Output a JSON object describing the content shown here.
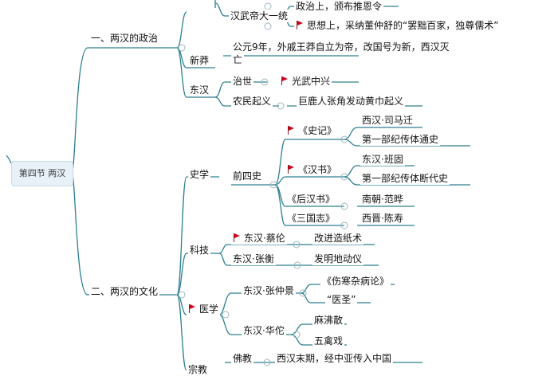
{
  "root": "第四节 两汉",
  "section1": {
    "title": "一、两汉的政治",
    "wudi": {
      "label": "汉武帝大一统",
      "politics": "政治上，颁布推恩令",
      "thought": "思想上，采纳董仲舒的“罢黜百家，独尊儒术”"
    },
    "wangmang": {
      "label": "新莽",
      "desc_line1": "公元9年，外戚王莽自立为帝，改国号为新，西汉灭",
      "desc_line2": "亡"
    },
    "donghan": {
      "label": "东汉",
      "zhishi": "治世",
      "zhishi_value": "光武中兴",
      "uprising": "农民起义",
      "uprising_value": "巨鹿人张角发动黄巾起义"
    }
  },
  "section2": {
    "title": "二、两汉的文化",
    "history": {
      "label": "史学",
      "group": "前四史",
      "books": [
        {
          "name": "《史记》",
          "details": [
            "西汉·司马迁",
            "第一部纪传体通史"
          ]
        },
        {
          "name": "《汉书》",
          "details": [
            "东汉·班固",
            "第一部纪传体断代史"
          ]
        },
        {
          "name": "《后汉书》",
          "details": [
            "南朝·范晔"
          ]
        },
        {
          "name": "《三国志》",
          "details": [
            "西晋·陈寿"
          ]
        }
      ]
    },
    "tech": {
      "label": "科技",
      "items": [
        {
          "person": "东汉·蔡伦",
          "achievement": "改进造纸术"
        },
        {
          "person": "东汉·张衡",
          "achievement": "发明地动仪"
        }
      ]
    },
    "medicine": {
      "label": "医学",
      "items": [
        {
          "person": "东汉·张仲景",
          "details": [
            "《伤寒杂病论》",
            "“医圣”"
          ]
        },
        {
          "person": "东汉·华佗",
          "details": [
            "麻沸散",
            "五禽戏"
          ]
        }
      ]
    },
    "religion": {
      "label": "宗教",
      "item": "佛教",
      "value": "西汉末期，经中亚传入中国"
    }
  },
  "colors": {
    "line": "#2e7f8f",
    "flag": "#d0021b",
    "box_fill": "#e8f1f8",
    "box_border": "#c7dae7"
  },
  "icons": {
    "flag": "flag-icon"
  }
}
